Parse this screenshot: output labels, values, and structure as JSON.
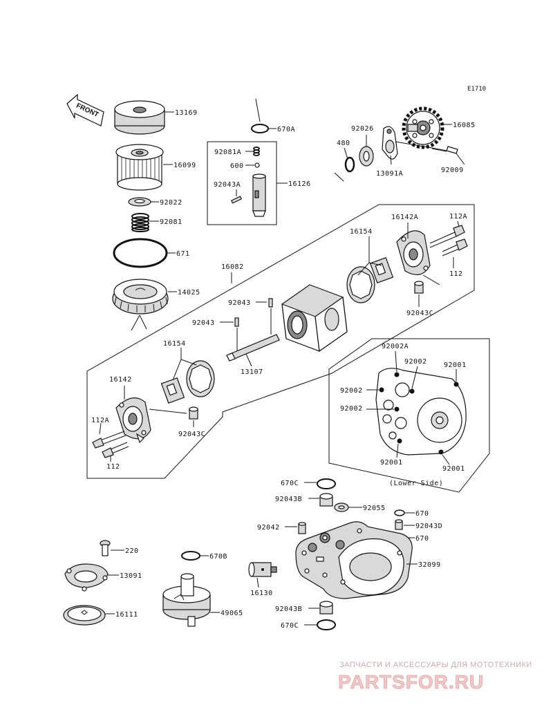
{
  "figure_code": "E1710",
  "front_label": "FRONT",
  "lower_side_label": "(Lower Side)",
  "watermark": {
    "line1": "ЗАПЧАСТИ И АКСЕССУАРЫ ДЛЯ МОТОТЕХНИКИ",
    "line2": "PARTSFOR.RU"
  },
  "callouts": {
    "c13169": "13169",
    "c16099": "16099",
    "c92022": "92022",
    "c92081": "92081",
    "c671": "671",
    "c14025": "14025",
    "c16082": "16082",
    "c670A": "670A",
    "c92081A": "92081A",
    "c600": "600",
    "c92043A": "92043A",
    "c16126": "16126",
    "c92026": "92026",
    "c480": "480",
    "c13091A": "13091A",
    "c16085": "16085",
    "c92009": "92009",
    "c16154a": "16154",
    "c16142A": "16142A",
    "c112A_top": "112A",
    "c112_top": "112",
    "c92043C_top": "92043C",
    "c92043_a": "92043",
    "c92043_b": "92043",
    "c13107": "13107",
    "c16154b": "16154",
    "c16142": "16142",
    "c112A_bot": "112A",
    "c112_bot": "112",
    "c92043C_bot": "92043C",
    "c92002A": "92002A",
    "c92002_1": "92002",
    "c92001_1": "92001",
    "c92002_2": "92002",
    "c92002_3": "92002",
    "c92001_2": "92001",
    "c92001_3": "92001",
    "c670C_top": "670C",
    "c92043B_top": "92043B",
    "c92055": "92055",
    "c670_a": "670",
    "c92043D": "92043D",
    "c670_b": "670",
    "c92042": "92042",
    "c32099": "32099",
    "c16130": "16130",
    "c92043B_bot": "92043B",
    "c670C_bot": "670C",
    "c220": "220",
    "c13091": "13091",
    "c16111": "16111",
    "c670B": "670B",
    "c49065": "49065"
  }
}
